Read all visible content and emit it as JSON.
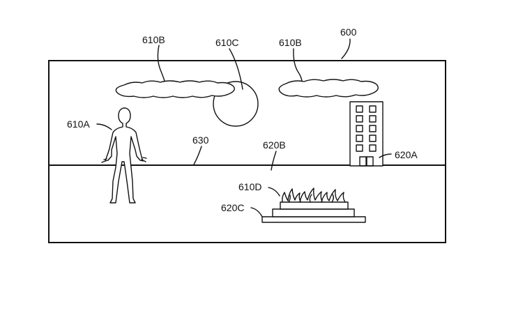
{
  "figure": {
    "ref_scene": "600",
    "ref_cloud_left": "610B",
    "ref_sun": "610C",
    "ref_cloud_right": "610B",
    "ref_person": "610A",
    "ref_horizon": "630",
    "ref_ground": "620B",
    "ref_building": "620A",
    "ref_fire": "610D",
    "ref_platform": "620C"
  }
}
